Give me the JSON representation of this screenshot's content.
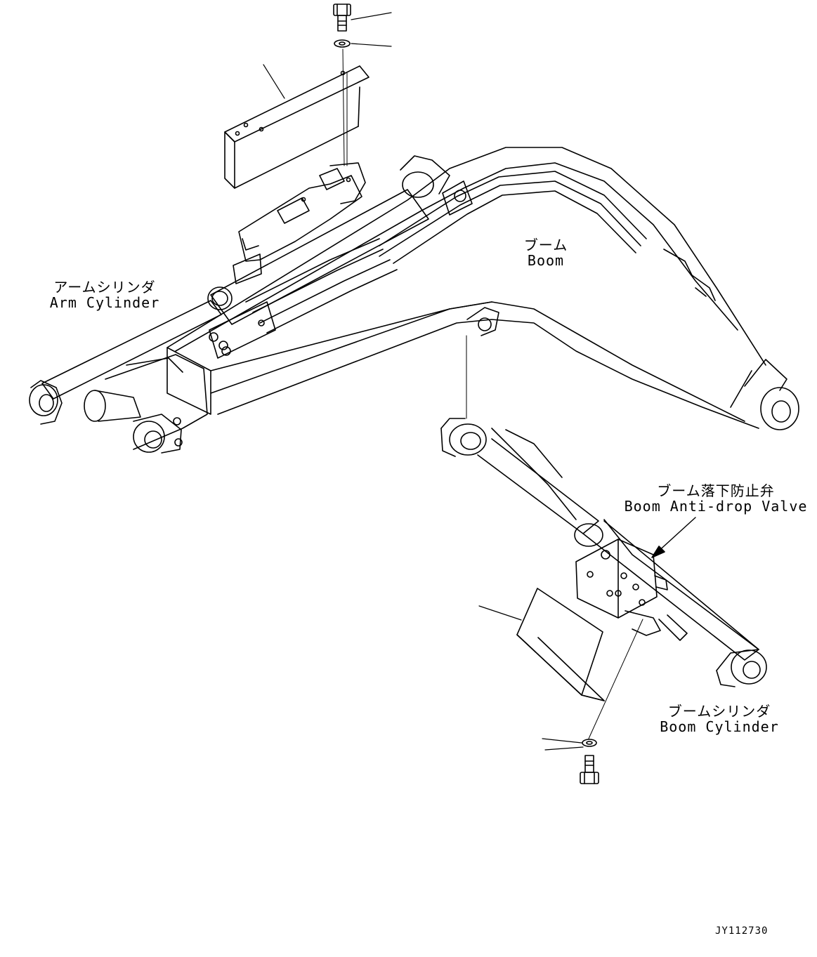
{
  "labels": {
    "boom_ja": "ブーム",
    "boom_en": "Boom",
    "arm_cylinder_ja": "アームシリンダ",
    "arm_cylinder_en": "Arm Cylinder",
    "anti_drop_ja": "ブーム落下防止弁",
    "anti_drop_en": "Boom Anti-drop Valve",
    "boom_cylinder_ja": "ブームシリンダ",
    "boom_cylinder_en": "Boom Cylinder"
  },
  "drawing_code": "JY112730",
  "colors": {
    "line": "#000000",
    "background": "#ffffff"
  }
}
